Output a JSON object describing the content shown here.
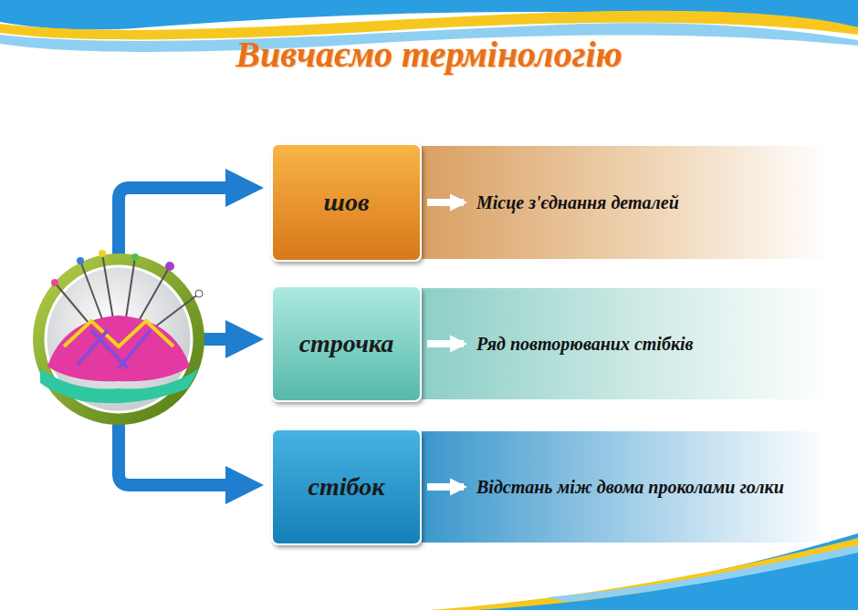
{
  "diagram": {
    "title": "Вивчаємо термінологію",
    "nodes": [
      {
        "text": [
          "шов"
        ]
      },
      {
        "text": [
          "Місце з'єднання деталей"
        ]
      },
      {
        "text": [
          "строчка"
        ]
      },
      {
        "text": [
          "Ряд повторюваних стібків"
        ]
      },
      {
        "text": [
          "стібок"
        ]
      },
      {
        "text": [
          "Відстань між двома проколами голки"
        ]
      }
    ],
    "edges": [
      {
        "from": 0,
        "to": 1,
        "arrow": "to"
      },
      {
        "from": 2,
        "to": 3,
        "arrow": "to"
      },
      {
        "from": 4,
        "to": 5,
        "arrow": "to"
      }
    ]
  }
}
